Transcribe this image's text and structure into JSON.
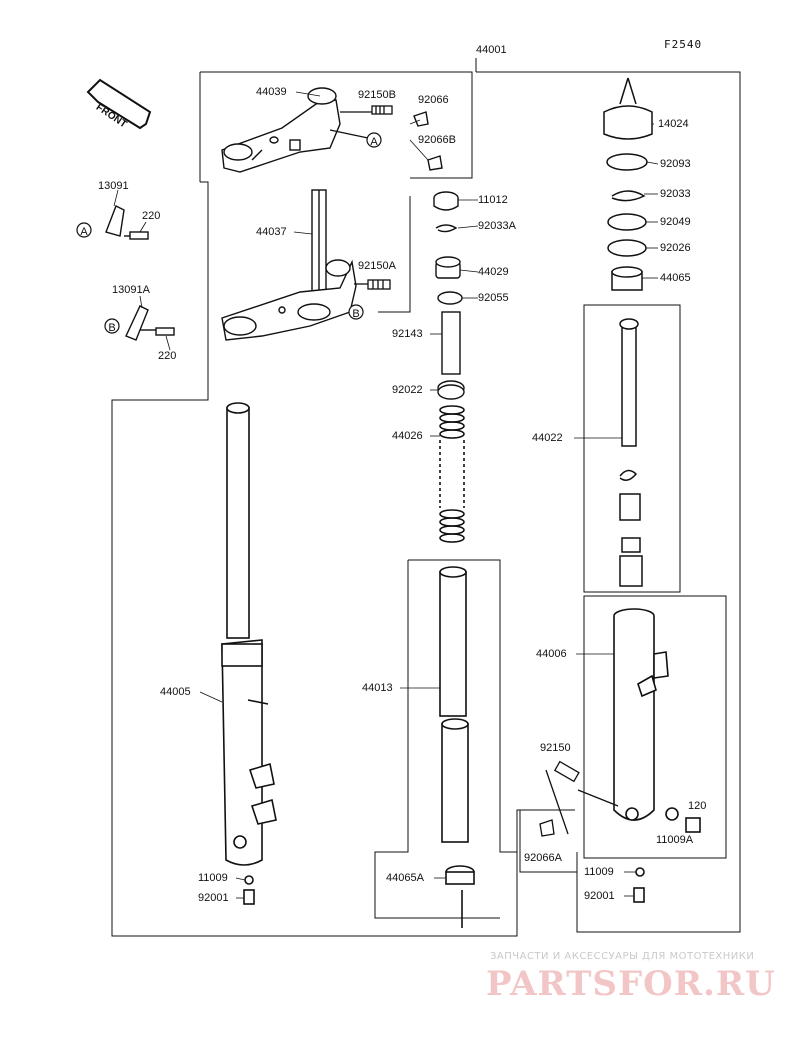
{
  "figure_code": "F2540",
  "front_label": "FRONT",
  "callouts": {
    "A": "A",
    "B": "B"
  },
  "part_numbers": {
    "p44001": "44001",
    "p44039": "44039",
    "p92150B": "92150B",
    "p92066": "92066",
    "p92066B": "92066B",
    "p14024": "14024",
    "p92093": "92093",
    "p92033": "92033",
    "p92049": "92049",
    "p92026": "92026",
    "p44065": "44065",
    "p13091": "13091",
    "p220a": "220",
    "p44037": "44037",
    "p92150A": "92150A",
    "p11012": "11012",
    "p92033A": "92033A",
    "p44029": "44029",
    "p92055": "92055",
    "p13091A": "13091A",
    "p220b": "220",
    "p92143": "92143",
    "p92022": "92022",
    "p44026": "44026",
    "p44022": "44022",
    "p44005": "44005",
    "p44013": "44013",
    "p44006": "44006",
    "p92150": "92150",
    "p120": "120",
    "p11009A": "11009A",
    "p92066A": "92066A",
    "p11009a": "11009",
    "p92001a": "92001",
    "p44065A": "44065A",
    "p11009b": "11009",
    "p92001b": "92001"
  },
  "watermark": {
    "line1": "ЗАПЧАСТИ И АКСЕССУАРЫ ДЛЯ МОТОТЕХНИКИ",
    "line2": "PARTSFOR.RU"
  }
}
